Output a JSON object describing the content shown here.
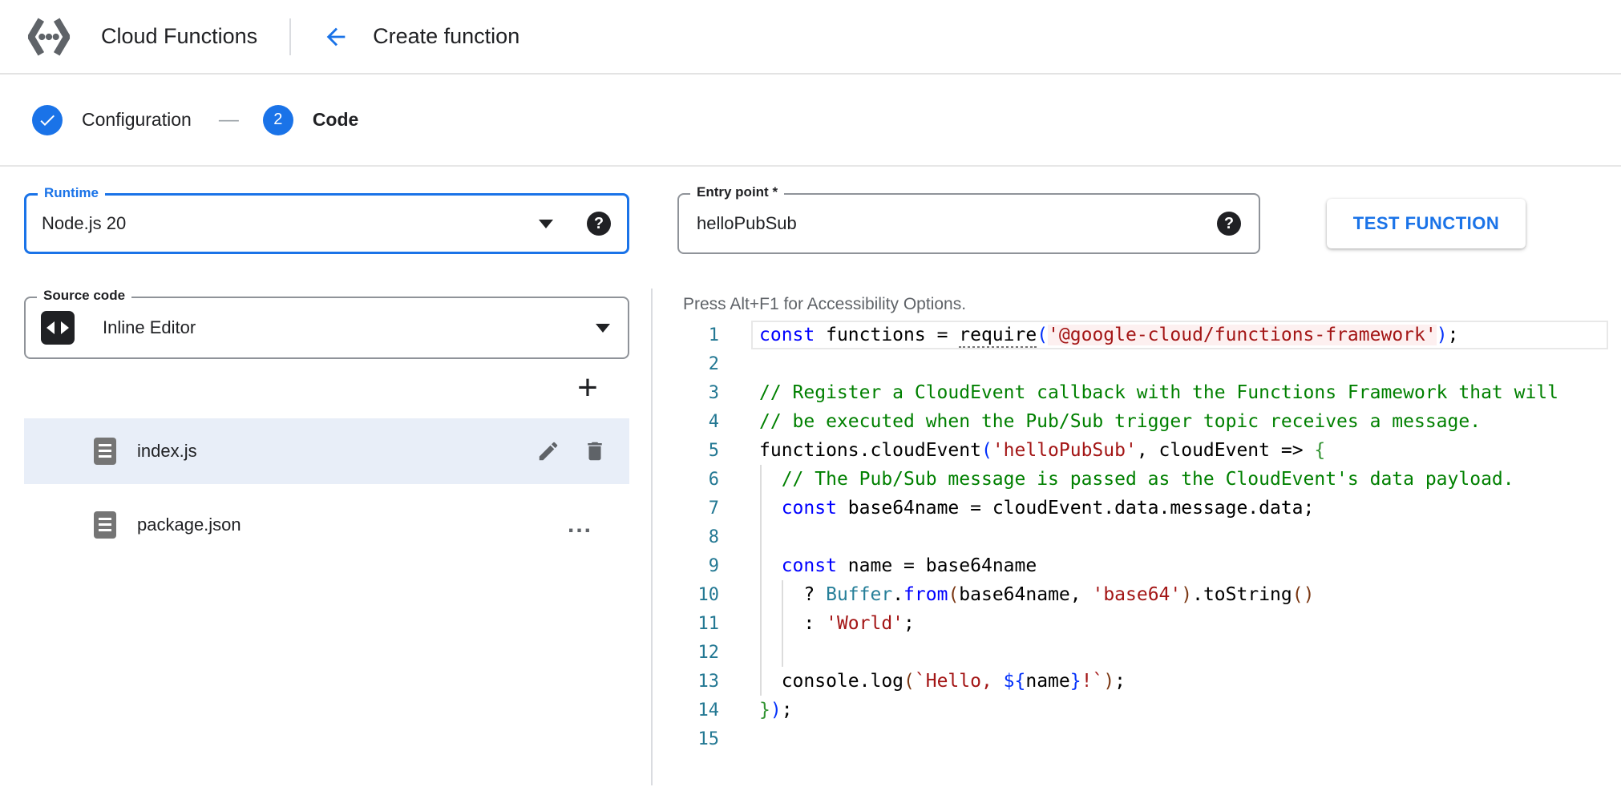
{
  "header": {
    "product": "Cloud Functions",
    "page_title": "Create function"
  },
  "stepper": {
    "step1": {
      "label": "Configuration",
      "state": "done"
    },
    "connector": "—",
    "step2": {
      "number": "2",
      "label": "Code",
      "state": "active"
    }
  },
  "form": {
    "runtime": {
      "label": "Runtime",
      "value": "Node.js 20"
    },
    "entry_point": {
      "label": "Entry point *",
      "value": "helloPubSub"
    },
    "test_function_label": "TEST FUNCTION",
    "source_code": {
      "label": "Source code",
      "value": "Inline Editor"
    },
    "help_glyph": "?"
  },
  "file_explorer": {
    "add_glyph": "+",
    "more_glyph": "...",
    "files": [
      {
        "name": "index.js",
        "selected": true
      },
      {
        "name": "package.json",
        "selected": false
      }
    ]
  },
  "editor": {
    "accessibility_hint": "Press Alt+F1 for Accessibility Options.",
    "lines": [
      {
        "n": 1,
        "current": true,
        "segs": [
          [
            "kw",
            "const"
          ],
          [
            "pl",
            " functions = "
          ],
          [
            "req",
            "require"
          ],
          [
            "b1",
            "("
          ],
          [
            "strw",
            "'@google-cloud/functions-framework'"
          ],
          [
            "b1",
            ")"
          ],
          [
            "pl",
            ";"
          ]
        ]
      },
      {
        "n": 2,
        "segs": []
      },
      {
        "n": 3,
        "segs": [
          [
            "cm",
            "// Register a CloudEvent callback with the Functions Framework that will"
          ]
        ]
      },
      {
        "n": 4,
        "segs": [
          [
            "cm",
            "// be executed when the Pub/Sub trigger topic receives a message."
          ]
        ]
      },
      {
        "n": 5,
        "segs": [
          [
            "pl",
            "functions.cloudEvent"
          ],
          [
            "b1",
            "("
          ],
          [
            "str",
            "'helloPubSub'"
          ],
          [
            "pl",
            ", cloudEvent => "
          ],
          [
            "b2",
            "{"
          ]
        ]
      },
      {
        "n": 6,
        "segs": [
          [
            "pl",
            "  "
          ],
          [
            "cm",
            "// The Pub/Sub message is passed as the CloudEvent's data payload."
          ]
        ]
      },
      {
        "n": 7,
        "segs": [
          [
            "pl",
            "  "
          ],
          [
            "kw",
            "const"
          ],
          [
            "pl",
            " base64name = cloudEvent.data.message.data;"
          ]
        ]
      },
      {
        "n": 8,
        "segs": []
      },
      {
        "n": 9,
        "segs": [
          [
            "pl",
            "  "
          ],
          [
            "kw",
            "const"
          ],
          [
            "pl",
            " name = base64name"
          ]
        ]
      },
      {
        "n": 10,
        "segs": [
          [
            "pl",
            "    ? "
          ],
          [
            "cls",
            "Buffer"
          ],
          [
            "pl",
            "."
          ],
          [
            "kw",
            "from"
          ],
          [
            "b3",
            "("
          ],
          [
            "pl",
            "base64name, "
          ],
          [
            "str",
            "'base64'"
          ],
          [
            "b3",
            ")"
          ],
          [
            "pl",
            ".toString"
          ],
          [
            "b3",
            "()"
          ]
        ]
      },
      {
        "n": 11,
        "segs": [
          [
            "pl",
            "    : "
          ],
          [
            "str",
            "'World'"
          ],
          [
            "pl",
            ";"
          ]
        ]
      },
      {
        "n": 12,
        "segs": []
      },
      {
        "n": 13,
        "segs": [
          [
            "pl",
            "  console.log"
          ],
          [
            "b3",
            "("
          ],
          [
            "str",
            "`Hello, "
          ],
          [
            "tpl",
            "${"
          ],
          [
            "pl",
            "name"
          ],
          [
            "tpl",
            "}"
          ],
          [
            "str",
            "!`"
          ],
          [
            "b3",
            ")"
          ],
          [
            "pl",
            ";"
          ]
        ]
      },
      {
        "n": 14,
        "segs": [
          [
            "b2",
            "}"
          ],
          [
            "b1",
            ")"
          ],
          [
            "pl",
            ";"
          ]
        ]
      },
      {
        "n": 15,
        "segs": []
      }
    ]
  },
  "colors": {
    "accent": "#1a73e8",
    "selected_row": "#e8eef8",
    "keyword": "#0000ff",
    "string": "#a31515",
    "comment": "#008000",
    "type": "#267f99",
    "bracket_level1": "#0431fa",
    "bracket_level2": "#319331",
    "bracket_level3": "#7b3814",
    "line_number": "#237893"
  }
}
